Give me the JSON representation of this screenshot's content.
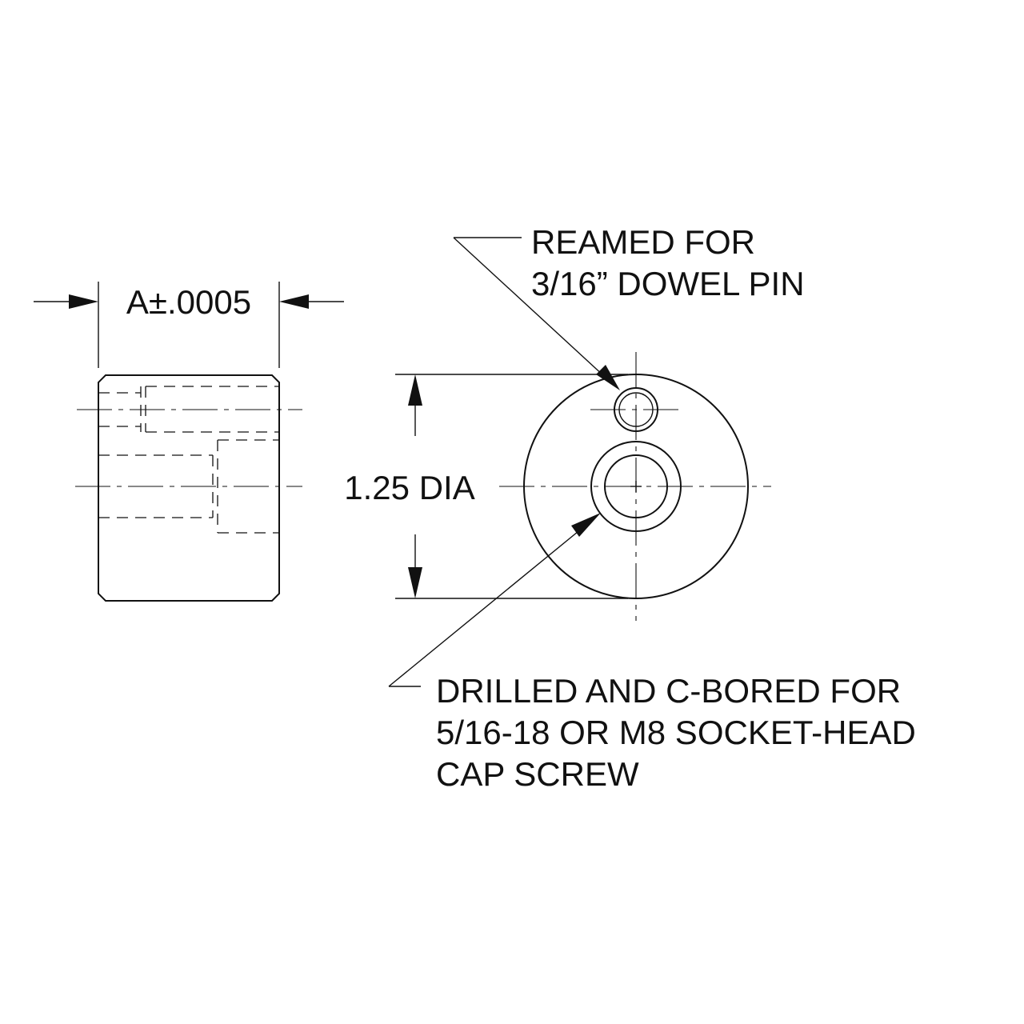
{
  "labels": {
    "width_dim": "A±.0005",
    "diameter": "1.25 DIA",
    "reamed_line1": "REAMED FOR",
    "reamed_line2": "3/16” DOWEL PIN",
    "drilled_line1": "DRILLED AND C-BORED FOR",
    "drilled_line2": "5/16-18 OR M8 SOCKET-HEAD",
    "drilled_line3": "CAP SCREW"
  },
  "colors": {
    "ink": "#111111",
    "paper": "#ffffff"
  }
}
